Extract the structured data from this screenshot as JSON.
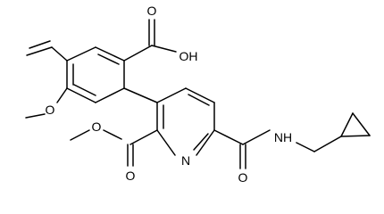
{
  "molecule": {
    "labels": {
      "carboxyl_oh": "OH",
      "carboxyl_o": "O",
      "methoxy_o": "O",
      "ester_o_carbonyl": "O",
      "ester_o_ether": "O",
      "pyridine_n": "N",
      "amide_nh": "NH",
      "amide_o": "O"
    },
    "colors": {
      "ink": "#000000",
      "background": "#ffffff"
    }
  }
}
